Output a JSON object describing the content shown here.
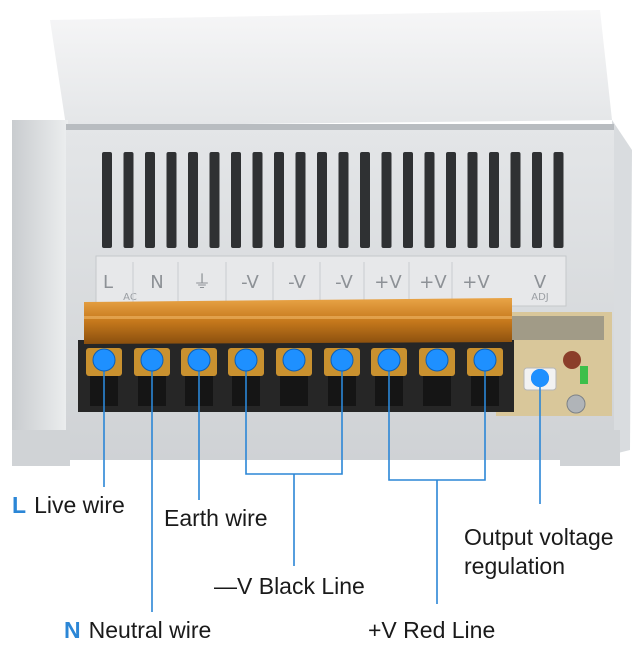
{
  "panel": {
    "terminal_labels": [
      "L",
      "N",
      "⏚",
      "-V",
      "-V",
      "-V",
      "+V",
      "+V",
      "+V",
      "V"
    ],
    "terminal_sublabels": {
      "L": "AC",
      "V": "ADJ"
    }
  },
  "callouts": {
    "live": {
      "key": "L",
      "text": "Live wire"
    },
    "neutral": {
      "key": "N",
      "text": "Neutral wire"
    },
    "earth": {
      "text": "Earth wire"
    },
    "black": {
      "text": "—V Black Line"
    },
    "red": {
      "text": "+V Red Line"
    },
    "output": {
      "text": "Output voltage regulation"
    }
  },
  "colors": {
    "accent": "#2b86d6",
    "dot": "#1e90ff",
    "case": "#d6d9dc",
    "cover": "#f0f0f1",
    "terminal_block": "#2a2a2a",
    "insulator": "#c6791c"
  }
}
